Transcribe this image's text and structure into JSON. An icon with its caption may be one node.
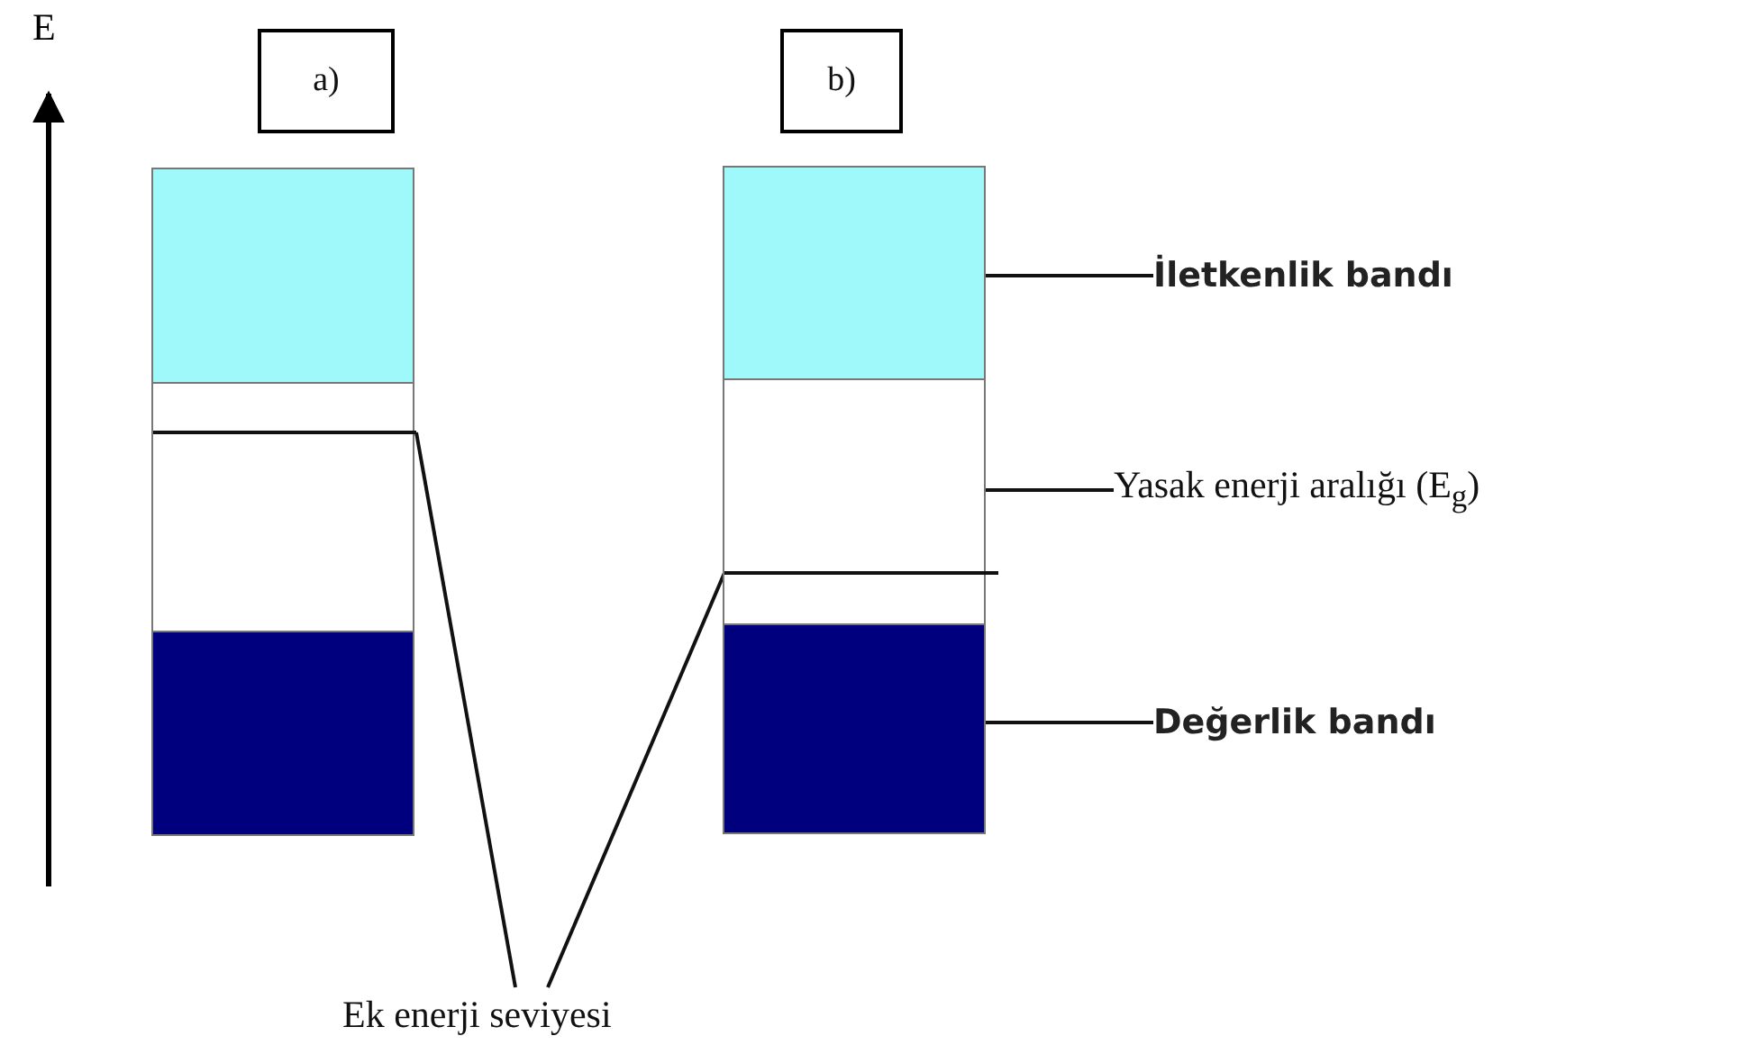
{
  "diagram": {
    "nodes": [
      {
        "text": [
          "a)"
        ]
      },
      {
        "text": [
          "b)"
        ]
      },
      {
        "text": [],
        "shape": "box"
      },
      {
        "text": [],
        "shape": "box"
      },
      {
        "text": [],
        "shape": "line",
        "in": 3
      },
      {
        "text": [],
        "shape": "box"
      },
      {
        "text": [],
        "shape": "box"
      },
      {
        "text": [],
        "shape": "box"
      },
      {
        "text": [],
        "shape": "line",
        "in": 7
      },
      {
        "text": [],
        "shape": "box"
      },
      {
        "text": [
          "İletkenlik bandı"
        ]
      },
      {
        "text": [
          "Yasak enerji aralığı (E$_{g}$)"
        ]
      },
      {
        "text": [
          "Değerlik bandı"
        ]
      },
      {
        "text": [
          "Ek enerji seviyesi"
        ]
      }
    ],
    "edges": [
      {
        "from": 10,
        "to": 6,
        "arrow": "none"
      },
      {
        "from": 11,
        "to": 7,
        "arrow": "none"
      },
      {
        "from": 12,
        "to": 9,
        "arrow": "none"
      },
      {
        "from": 13,
        "to": 4,
        "arrow": "none"
      },
      {
        "from": 13,
        "to": 8,
        "arrow": "none"
      }
    ],
    "labels": [
      "E"
    ]
  }
}
